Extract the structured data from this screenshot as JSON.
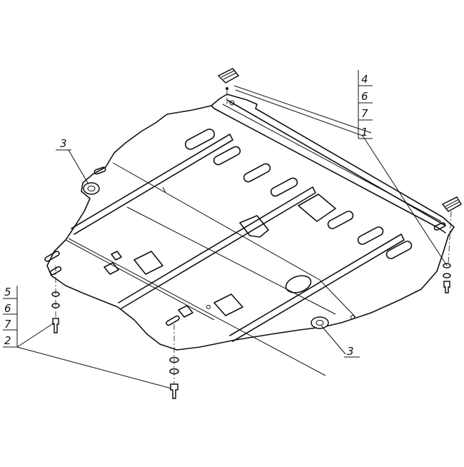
{
  "labels": {
    "right_stack": [
      "4",
      "6",
      "7",
      "1"
    ],
    "left_stack": [
      "5",
      "6",
      "7",
      "2"
    ],
    "callout_left": "3",
    "callout_bottom": "3"
  },
  "colors": {
    "line": "#111111",
    "background": "#ffffff"
  }
}
